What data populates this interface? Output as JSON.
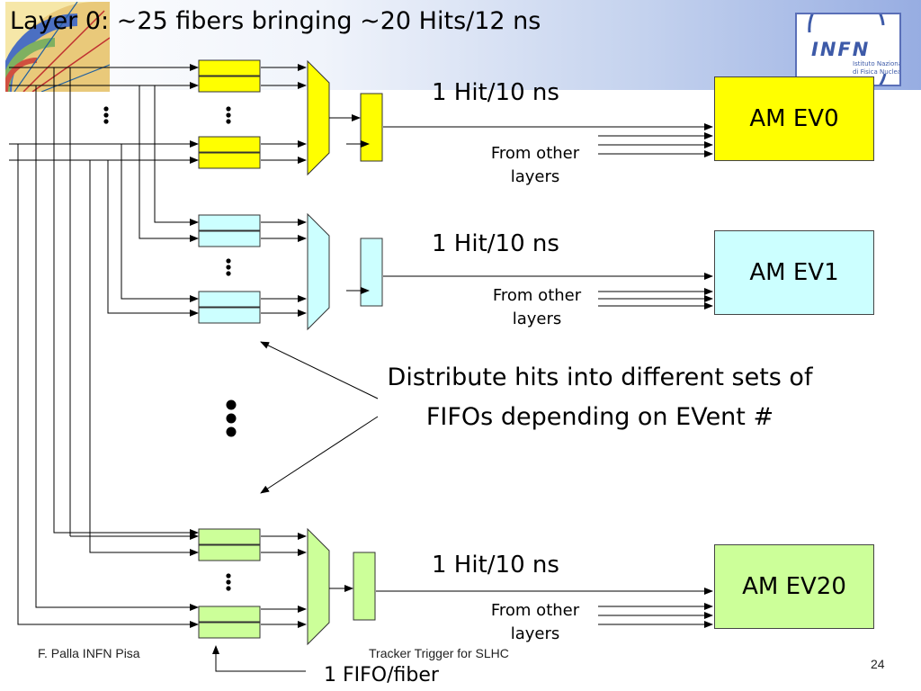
{
  "title": "Layer 0: ~25 fibers bringing  ~20 Hits/12 ns",
  "logo": {
    "name": "INFN",
    "subtitle_line1": "Istituto Nazionale",
    "subtitle_line2": "di Fisica Nucleare"
  },
  "groups": [
    {
      "rate": "1 Hit/10 ns",
      "from_other": "From other layers",
      "am_label": "AM EV0",
      "fill": "#ffff00",
      "border": "#444444"
    },
    {
      "rate": "1 Hit/10 ns",
      "from_other": "From other layers",
      "am_label": "AM EV1",
      "fill": "#ccffff",
      "border": "#444444"
    },
    {
      "rate": "1 Hit/10 ns",
      "from_other": "From other layers",
      "am_label": "AM EV20",
      "fill": "#ccff99",
      "border": "#444444"
    }
  ],
  "callout": "Distribute hits into different sets of FIFOs depending on EVent #",
  "fifo_label": "1 FIFO/fiber",
  "footer": {
    "author": "F. Palla INFN Pisa",
    "talk": "Tracker Trigger for SLHC",
    "page": "24"
  }
}
